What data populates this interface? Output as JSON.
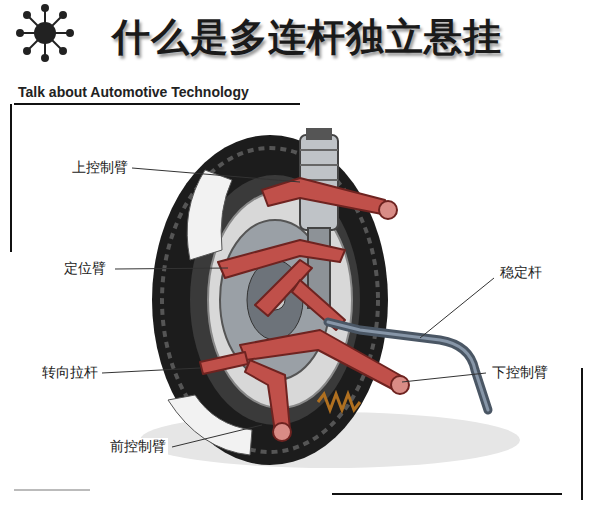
{
  "diagram": {
    "title": "什么是多连杆独立悬挂",
    "labels": [
      "Talk about Automotive Technology",
      "上控制臂",
      "定位臂",
      "转向拉杆",
      "前控制臂",
      "稳定杆",
      "下控制臂"
    ]
  }
}
